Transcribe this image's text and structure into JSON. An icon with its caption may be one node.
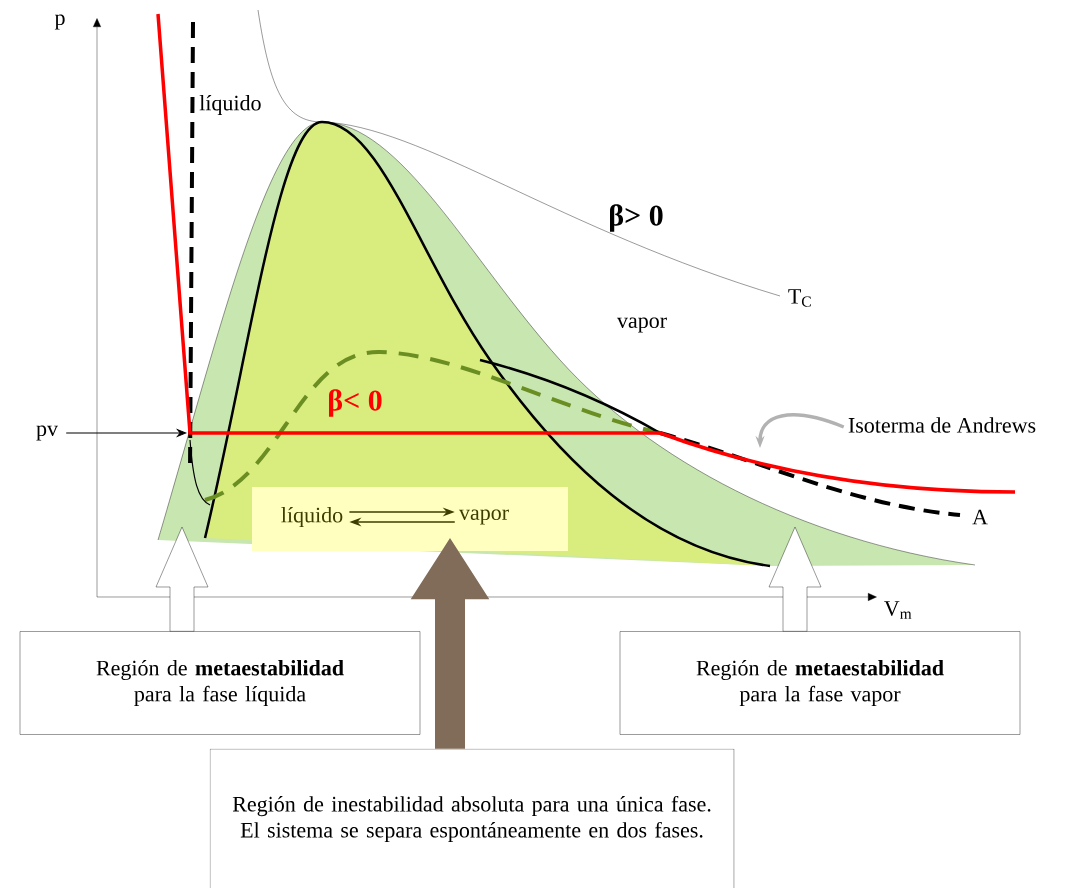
{
  "diagram": {
    "nodes": [
      {
        "text": [],
        "shape": "box"
      },
      {
        "text": [
          "líquido"
        ],
        "in": 0
      },
      {
        "text": [
          "vapor"
        ],
        "in": 0
      },
      {
        "text": [
          "pv"
        ]
      },
      {
        "text": [
          "Isoterma de Andrews"
        ]
      },
      {
        "text": [
          "Región de **metaestabilidad** para la fase líquida"
        ]
      },
      {
        "text": [
          "Región de **metaestabilidad** para la fase vapor"
        ]
      },
      {
        "text": [
          "Región de inestabilidad absoluta para una única fase. El sistema se separa espontáneamente en dos fases."
        ]
      },
      {
        "text": [],
        "shape": "curve"
      }
    ],
    "edges": [
      {
        "from": 1,
        "to": 2,
        "arrow": "to"
      },
      {
        "from": 2,
        "to": 1,
        "arrow": "to"
      },
      {
        "from": 3,
        "to": 8,
        "arrow": "to"
      },
      {
        "from": 4,
        "to": 8,
        "arrow": "to",
        "style": "thick",
        "color": "#b2b2b2"
      },
      {
        "from": 5,
        "to": null,
        "arrow": "to"
      },
      {
        "from": 6,
        "to": null,
        "arrow": "to"
      },
      {
        "from": 7,
        "to": 0,
        "arrow": "to",
        "style": "thick"
      }
    ],
    "labels": [
      "p",
      "líquido",
      "β> 0",
      "T$_{C}$",
      "vapor",
      "β< 0",
      "A",
      "V$_{m}$"
    ]
  }
}
